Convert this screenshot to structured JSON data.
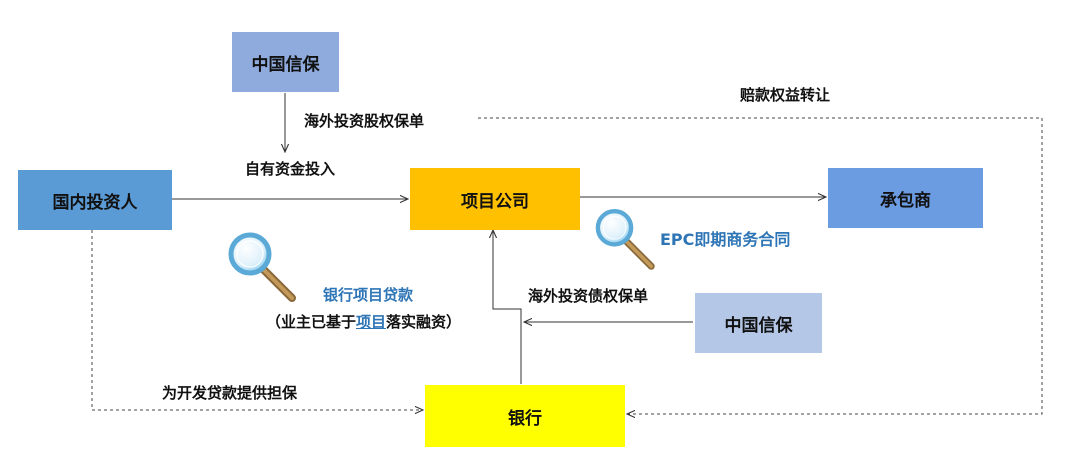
{
  "nodes": {
    "sinosure_top": {
      "label": "中国信保",
      "color": "#8faadc"
    },
    "domestic_investor": {
      "label": "国内投资人",
      "color": "#5b9bd5"
    },
    "project_company": {
      "label": "项目公司",
      "color": "#ffc000"
    },
    "contractor": {
      "label": "承包商",
      "color": "#6b9be0"
    },
    "sinosure_right": {
      "label": "中国信保",
      "color": "#b4c7e7"
    },
    "bank": {
      "label": "银行",
      "color": "#ffff00"
    }
  },
  "edges": {
    "equity_insurance": "海外投资股权保单",
    "own_funds": "自有资金投入",
    "compensation_transfer": "赔款权益转让",
    "epc_contract": "EPC即期商务合同",
    "bank_loan": "银行项目贷款",
    "loan_note_prefix": "（业主已基于",
    "loan_note_highlight": "项目",
    "loan_note_suffix": "落实融资）",
    "debt_insurance": "海外投资债权保单",
    "guarantee": "为开发贷款提供担保"
  },
  "icons": [
    "magnifier-icon",
    "magnifier-icon"
  ]
}
